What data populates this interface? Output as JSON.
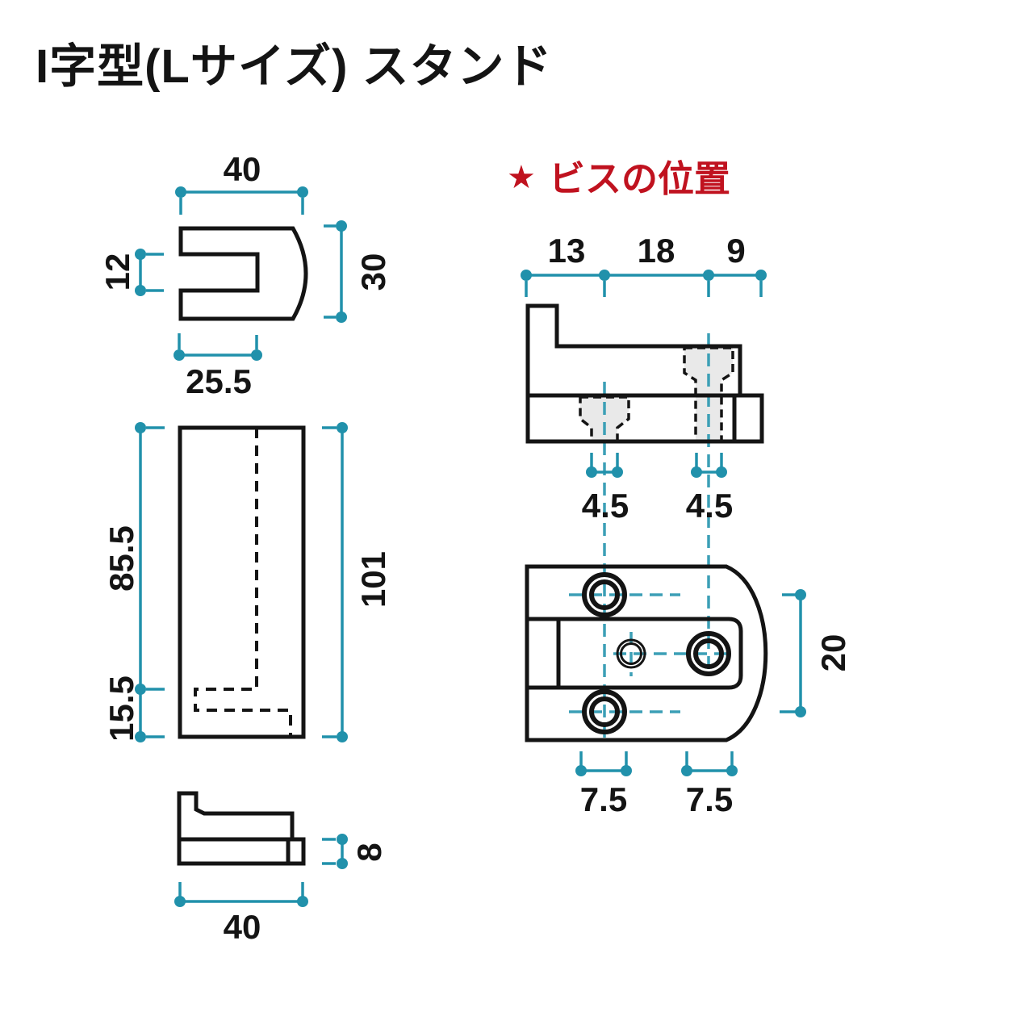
{
  "title": "I字型(Lサイズ) スタンド",
  "note": {
    "star": "★",
    "label": "ビスの位置"
  },
  "colors": {
    "bg": "#FFFFFF",
    "ink": "#141414",
    "accent": "#2191AB",
    "centerline": "#3C9FB6",
    "red": "#C0121F",
    "screw_fill": "#E9E9E9"
  },
  "dims": {
    "top_view": {
      "width": "40",
      "slot_height": "12",
      "height": "30",
      "slot_depth": "25.5"
    },
    "front_view": {
      "upper": "85.5",
      "lower": "15.5",
      "total": "101"
    },
    "side_view": {
      "base_thickness": "8",
      "width": "40"
    },
    "screw_side_view": {
      "seg1": "13",
      "seg2": "18",
      "seg3": "9",
      "screw1_dia": "4.5",
      "screw2_dia": "4.5"
    },
    "screw_top_view": {
      "hole_pitch": "20",
      "hole1_dia": "7.5",
      "hole2_dia": "7.5"
    }
  }
}
